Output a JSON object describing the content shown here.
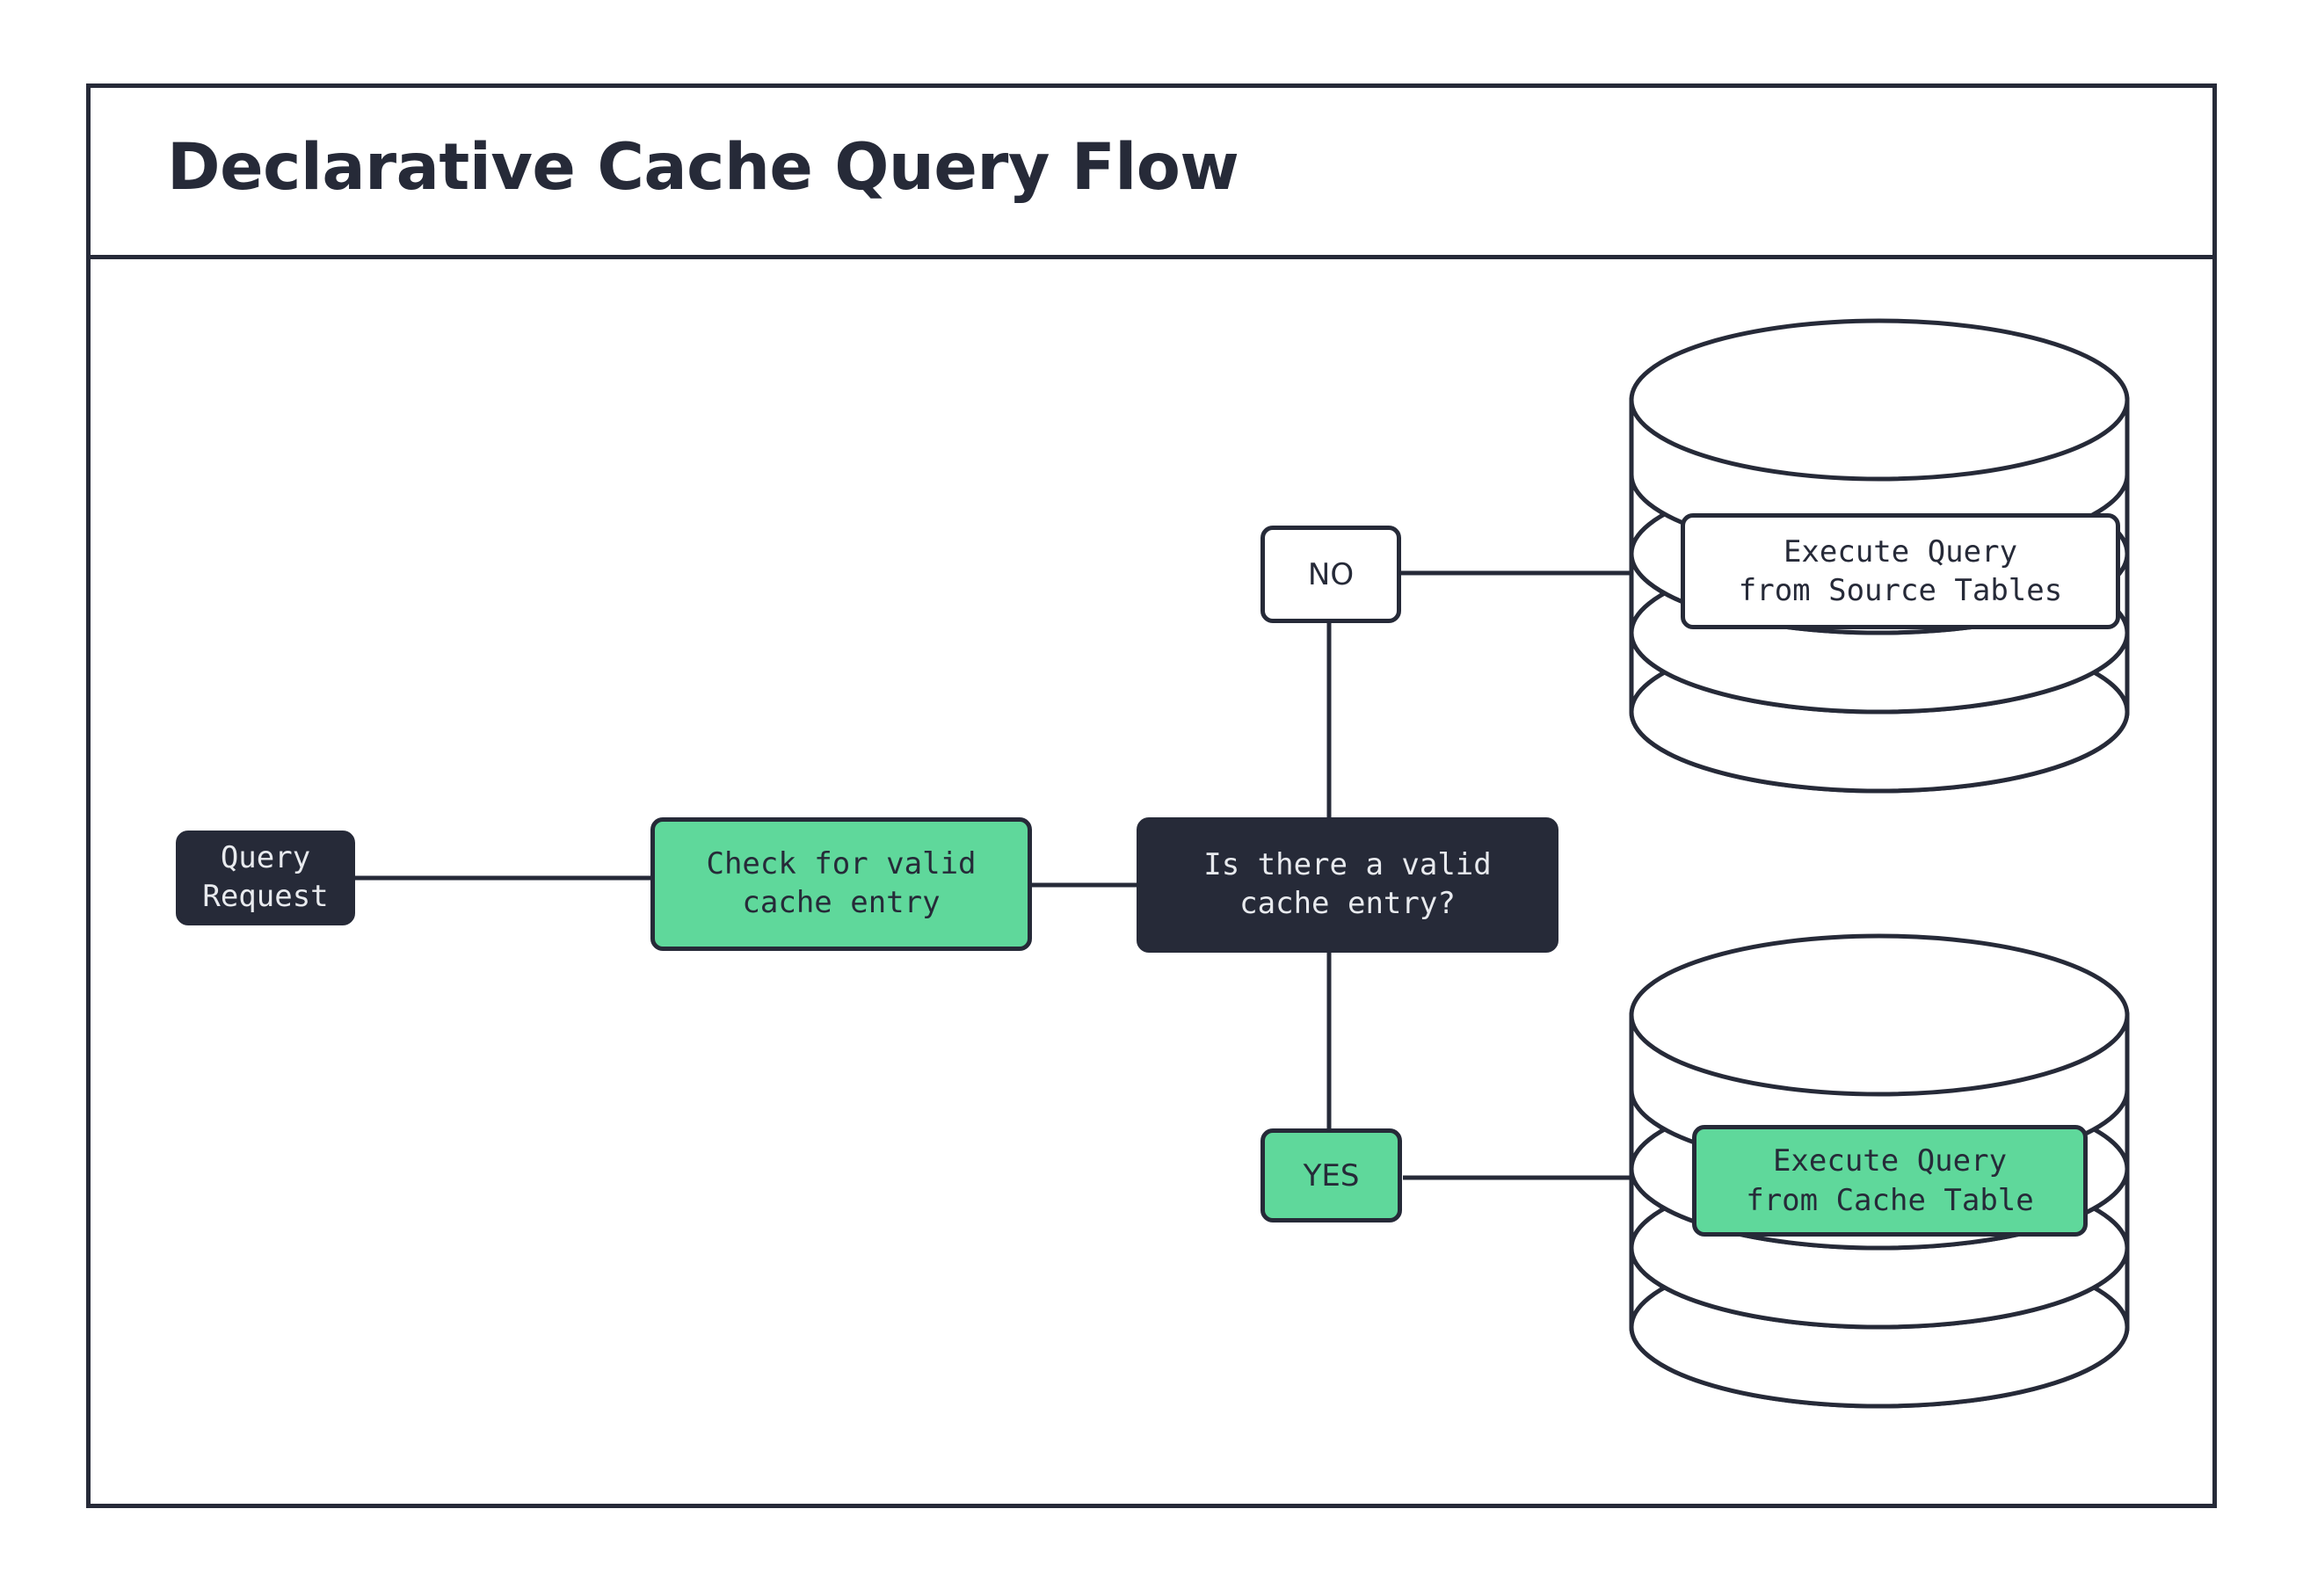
{
  "frame": {
    "title": "Declarative Cache Query Flow"
  },
  "palette": {
    "ink": "#262a38",
    "green": "#5fd89b",
    "paper": "#ffffff",
    "light_text": "#e8eaee"
  },
  "nodes": {
    "query_request": {
      "label": "Query Request",
      "style": "dark"
    },
    "check_cache": {
      "label": "Check for valid\ncache entry",
      "style": "green"
    },
    "decision": {
      "label": "Is there a valid\ncache entry?",
      "style": "dark"
    },
    "source_db": {
      "label": "Execute Query\nfrom Source Tables",
      "style": "plain",
      "shape": "database-cylinder"
    },
    "cache_db": {
      "label": "Execute Query\nfrom Cache Table",
      "style": "green",
      "shape": "database-cylinder"
    }
  },
  "branch_labels": {
    "no": "NO",
    "yes": "YES"
  },
  "edges": [
    {
      "from": "query_request",
      "to": "check_cache",
      "label": ""
    },
    {
      "from": "check_cache",
      "to": "decision",
      "label": ""
    },
    {
      "from": "decision",
      "to": "source_db",
      "label": "NO"
    },
    {
      "from": "decision",
      "to": "cache_db",
      "label": "YES"
    }
  ]
}
